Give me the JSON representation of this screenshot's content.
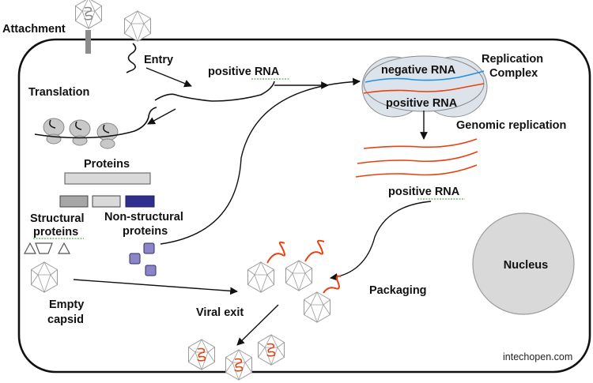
{
  "diagram": {
    "labels": {
      "attachment": "Attachment",
      "entry": "Entry",
      "translation": "Translation",
      "positive_rna_top": "positive  RNA",
      "negative_rna": "negative RNA",
      "positive_rna_complex": "positive  RNA",
      "replication_complex_line1": "Replication",
      "replication_complex_line2": "Complex",
      "genomic_replication": "Genomic replication",
      "proteins": "Proteins",
      "structural_line1": "Structural",
      "structural_line2": "proteins",
      "nonstructural_line1": "Non-structural",
      "nonstructural_line2": "proteins",
      "positive_rna_lower": "positive RNA",
      "nucleus": "Nucleus",
      "packaging": "Packaging",
      "empty_capsid_line1": "Empty",
      "empty_capsid_line2": "capsid",
      "viral_exit": "Viral exit"
    },
    "credit": "intechopen.com",
    "colors": {
      "cell_outline": "#111111",
      "nucleus_fill": "#d9d9d9",
      "complex_fill": "#dde3ea",
      "rna_red": "#e8400f",
      "rna_blue": "#1e90e0",
      "structural_bar": "#a6a6a6",
      "nonstructural_bar": "#2e2e8f",
      "nonstructural_box": "#8c86c8",
      "capsid_stroke": "#9a9a9a"
    }
  }
}
